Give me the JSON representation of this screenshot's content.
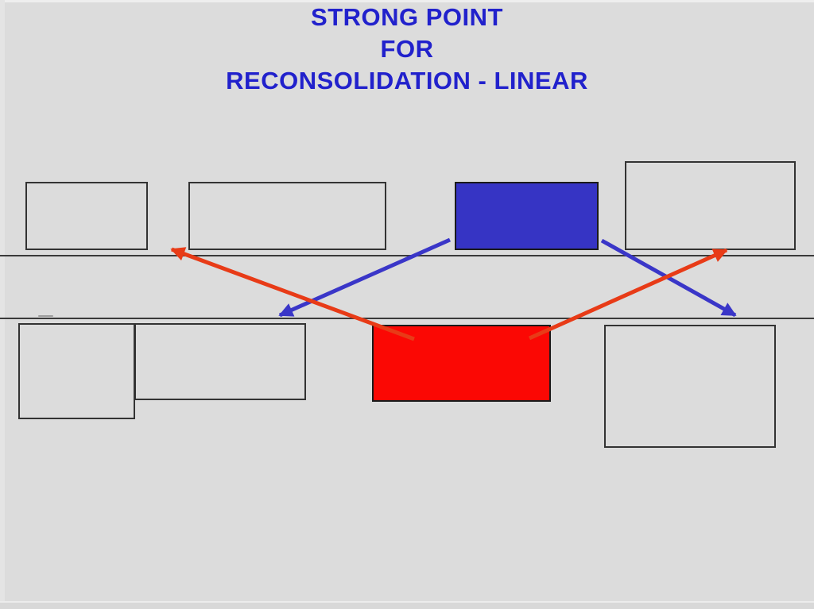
{
  "slide": {
    "title_lines": [
      "STRONG POINT",
      "FOR",
      "RECONSOLIDATION - LINEAR"
    ]
  },
  "colors": {
    "background": "#dcdcdc",
    "title_text": "#2121cc",
    "box_outline": "#333333",
    "lane_line": "#3a3a3a",
    "blue_box_fill": "#3634c4",
    "red_box_fill": "#fb0804",
    "blue_arrow": "#3a36c8",
    "red_arrow": "#e83b17"
  }
}
